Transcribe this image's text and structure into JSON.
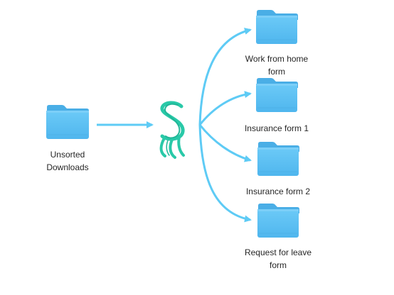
{
  "source_folder": {
    "label": "Unsorted\nDownloads"
  },
  "sorter": {
    "icon": "sorter-logo-icon"
  },
  "destination_folders": [
    {
      "label": "Work from home\nform"
    },
    {
      "label": "Insurance form 1"
    },
    {
      "label": "Insurance form 2"
    },
    {
      "label": "Request for leave\nform"
    }
  ],
  "colors": {
    "folder_body": "#5bbff2",
    "folder_tab": "#4aaee6",
    "folder_strip": "#7ccff8",
    "arrow": "#5ecbf5",
    "logo": "#29c9a8",
    "label_text": "#262626"
  }
}
